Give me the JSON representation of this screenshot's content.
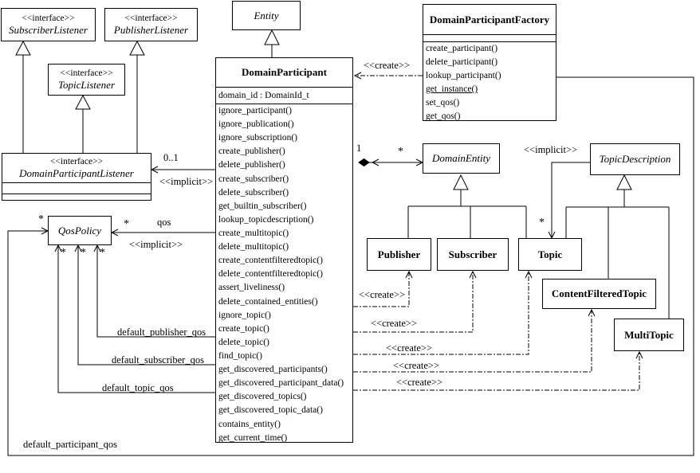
{
  "stereotypes": {
    "interface": "<<interface>>",
    "create": "<<create>>",
    "implicit": "<<implicit>>"
  },
  "multiplicity": {
    "one": "1",
    "many": "*",
    "optional": "0..1"
  },
  "edge_labels": {
    "qos": "qos",
    "default_publisher_qos": "default_publisher_qos",
    "default_subscriber_qos": "default_subscriber_qos",
    "default_topic_qos": "default_topic_qos",
    "default_participant_qos": "default_participant_qos"
  },
  "classes": {
    "subscriber_listener": {
      "name": "SubscriberListener"
    },
    "publisher_listener": {
      "name": "PublisherListener"
    },
    "topic_listener": {
      "name": "TopicListener"
    },
    "domain_participant_listener": {
      "name": "DomainParticipantListener"
    },
    "entity": {
      "name": "Entity"
    },
    "qos_policy": {
      "name": "QosPolicy"
    },
    "domain_entity": {
      "name": "DomainEntity"
    },
    "topic_description": {
      "name": "TopicDescription"
    },
    "publisher": {
      "name": "Publisher"
    },
    "subscriber": {
      "name": "Subscriber"
    },
    "topic": {
      "name": "Topic"
    },
    "content_filtered_topic": {
      "name": "ContentFilteredTopic"
    },
    "multi_topic": {
      "name": "MultiTopic"
    },
    "factory": {
      "name": "DomainParticipantFactory",
      "methods": [
        "create_participant()",
        "delete_participant()",
        "lookup_participant()",
        "get_instance()",
        "set_qos()",
        "get_qos()"
      ]
    },
    "dp": {
      "name": "DomainParticipant",
      "attributes": [
        "domain_id : DomainId_t"
      ],
      "methods": [
        "ignore_participant()",
        "ignore_publication()",
        "ignore_subscription()",
        "create_publisher()",
        "delete_publisher()",
        "create_subscriber()",
        "delete_subscriber()",
        "get_builtin_subscriber()",
        "lookup_topicdescription()",
        "create_multitopic()",
        "delete_multitopic()",
        "create_contentfilteredtopic()",
        "delete_contentfilteredtopic()",
        "assert_liveliness()",
        "delete_contained_entities()",
        "ignore_topic()",
        "create_topic()",
        "delete_topic()",
        "find_topic()",
        "get_discovered_participants()",
        "get_discovered_participant_data()",
        "get_discovered_topics()",
        "get_discovered_topic_data()",
        "contains_entity()",
        "get_current_time()"
      ]
    }
  }
}
